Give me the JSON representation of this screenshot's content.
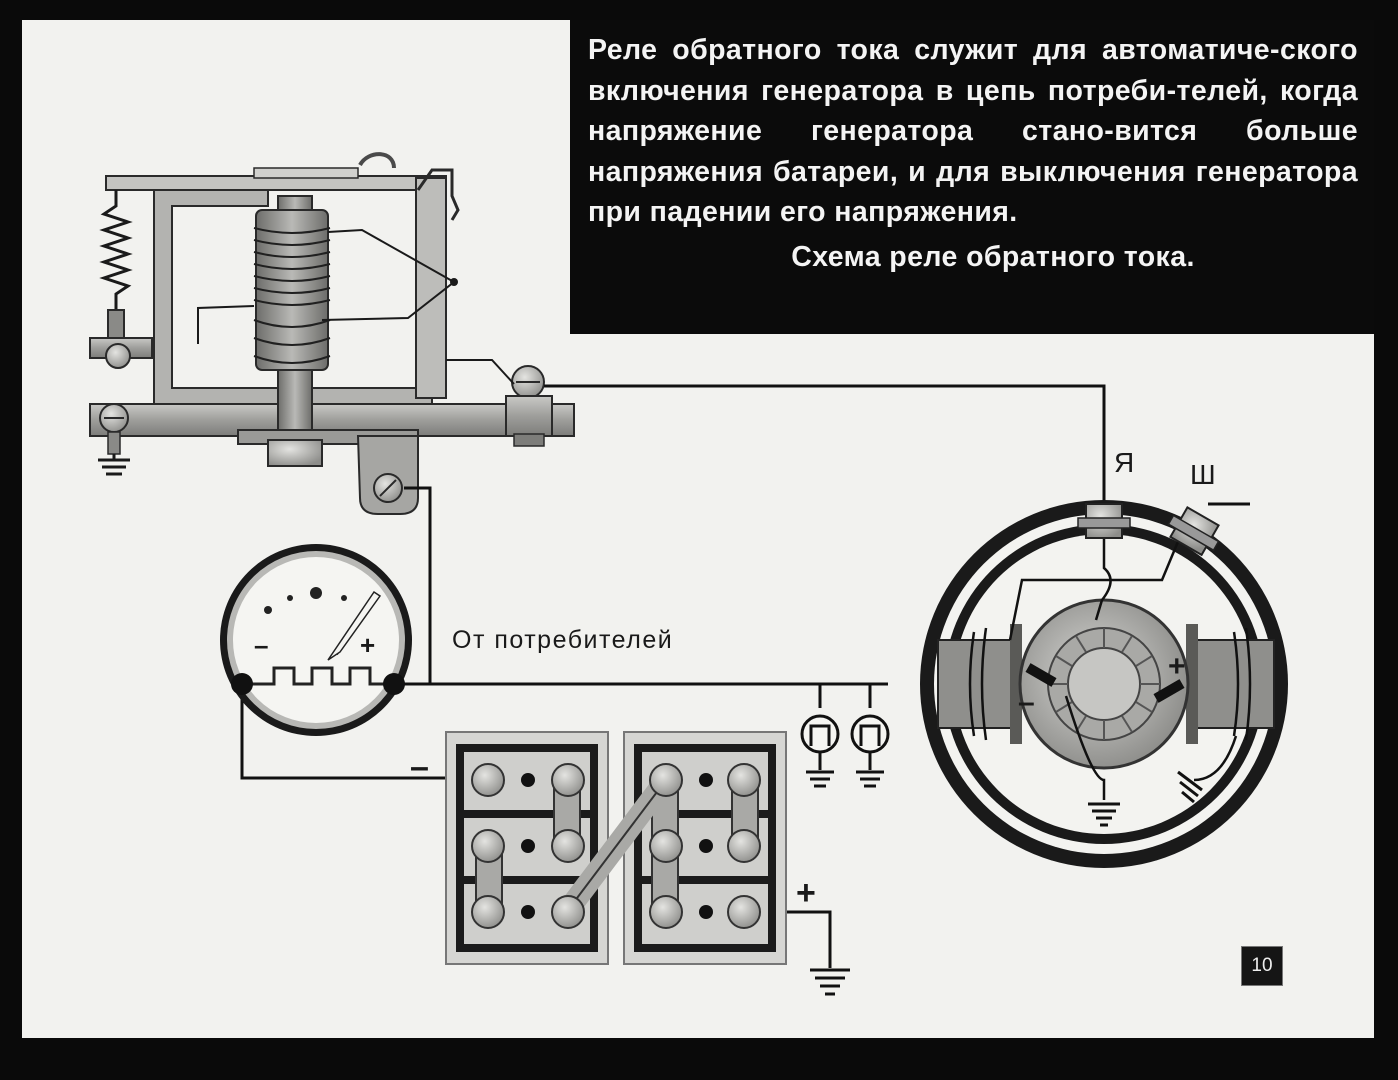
{
  "caption": {
    "text": "Реле обратного тока служит для автоматиче-ского включения генератора в цепь потреби-телей, когда напряжение генератора стано-вится больше напряжения батареи, и для выключения генератора при падении его напряжения.",
    "title": "Схема реле обратного тока."
  },
  "labels": {
    "consumers": "От потребителей",
    "armature_terminal": "Я",
    "shunt_terminal": "Ш",
    "ammeter_minus": "–",
    "ammeter_plus": "+",
    "battery_minus": "–",
    "battery_plus": "+",
    "generator_minus": "–",
    "generator_plus": "+"
  },
  "page_number": "10"
}
